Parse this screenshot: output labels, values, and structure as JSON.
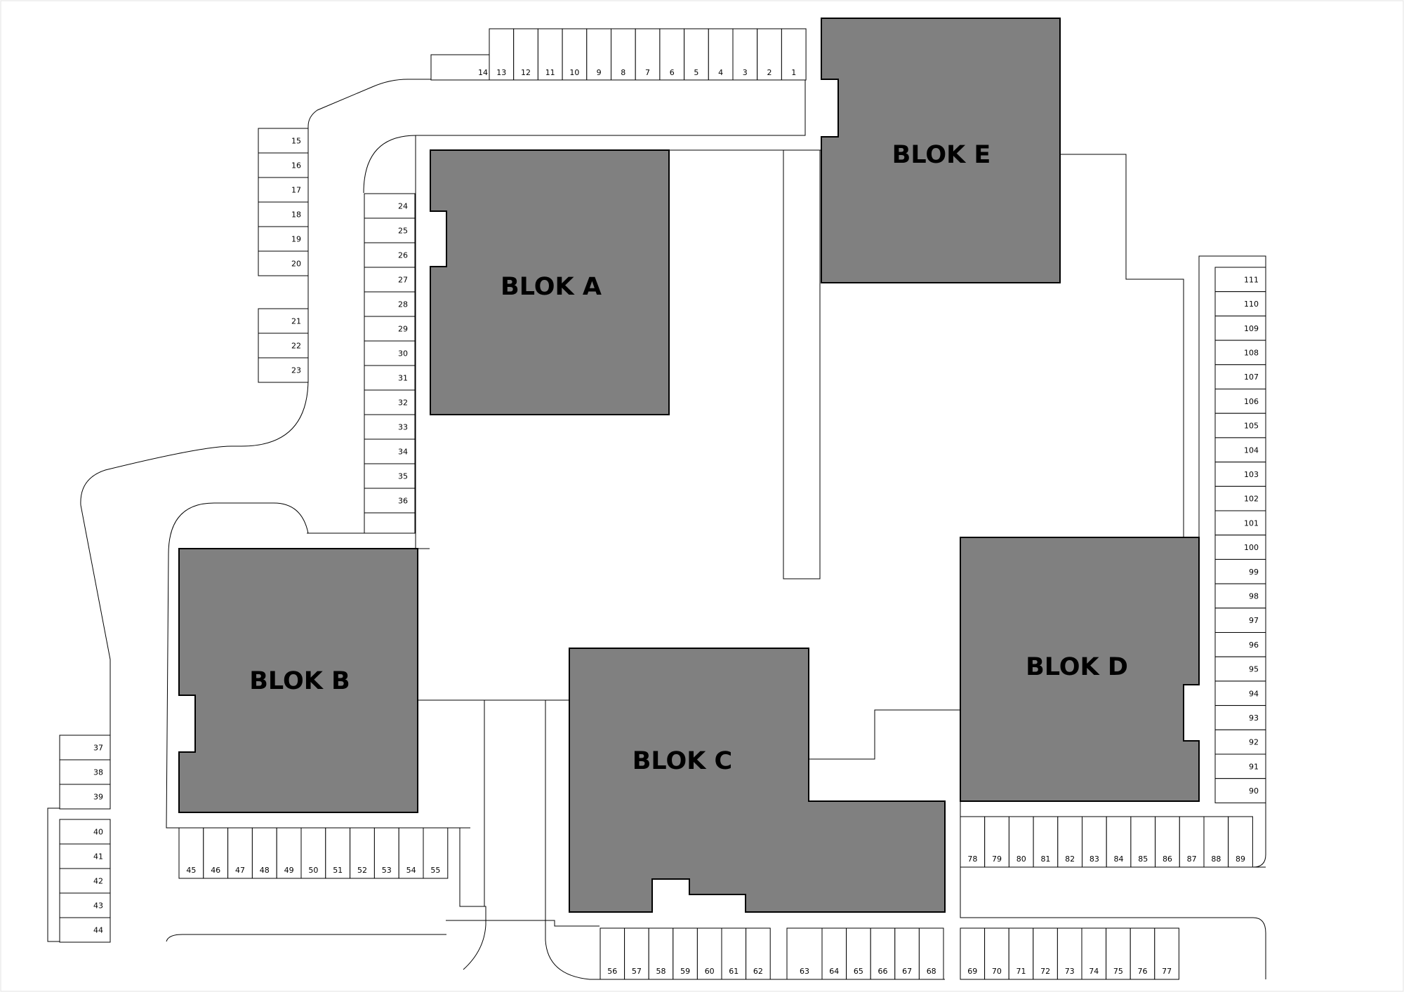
{
  "colors": {
    "block_fill": "#808080",
    "background": "#ffffff",
    "stroke": "#000000"
  },
  "blocks": {
    "a": "BLOK A",
    "b": "BLOK B",
    "c": "BLOK C",
    "d": "BLOK D",
    "e": "BLOK E"
  },
  "parking": {
    "top": [
      "14",
      "13",
      "12",
      "11",
      "10",
      "9",
      "8",
      "7",
      "6",
      "5",
      "4",
      "3",
      "2",
      "1"
    ],
    "west_upper": [
      "15",
      "16",
      "17",
      "18",
      "19",
      "20"
    ],
    "west_lower": [
      "21",
      "22",
      "23"
    ],
    "inner_west": [
      "24",
      "25",
      "26",
      "27",
      "28",
      "29",
      "30",
      "31",
      "32",
      "33",
      "34",
      "35",
      "36"
    ],
    "far_west_upper": [
      "37",
      "38",
      "39"
    ],
    "far_west_lower": [
      "40",
      "41",
      "42",
      "43",
      "44"
    ],
    "south_b": [
      "45",
      "46",
      "47",
      "48",
      "49",
      "50",
      "51",
      "52",
      "53",
      "54",
      "55"
    ],
    "south_c1": [
      "56",
      "57",
      "58",
      "59",
      "60",
      "61",
      "62"
    ],
    "south_c2": [
      "63",
      "64",
      "65",
      "66",
      "67",
      "68"
    ],
    "south_d": [
      "69",
      "70",
      "71",
      "72",
      "73",
      "74",
      "75",
      "76",
      "77"
    ],
    "row_d": [
      "78",
      "79",
      "80",
      "81",
      "82",
      "83",
      "84",
      "85",
      "86",
      "87",
      "88",
      "89"
    ],
    "east": [
      "111",
      "110",
      "109",
      "108",
      "107",
      "106",
      "105",
      "104",
      "103",
      "102",
      "101",
      "100",
      "99",
      "98",
      "97",
      "96",
      "95",
      "94",
      "93",
      "92",
      "91",
      "90"
    ]
  }
}
